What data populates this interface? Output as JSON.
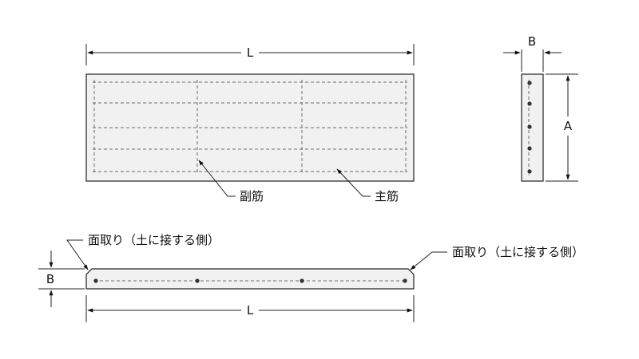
{
  "dimensions": {
    "top_length": "L",
    "side_width": "B",
    "side_height": "A",
    "bottom_thickness": "B",
    "bottom_length": "L"
  },
  "labels": {
    "secondary_bar": "副筋",
    "main_bar": "主筋",
    "chamfer_left": "面取り（土に接する側）",
    "chamfer_right": "面取り（土に接する側）"
  }
}
